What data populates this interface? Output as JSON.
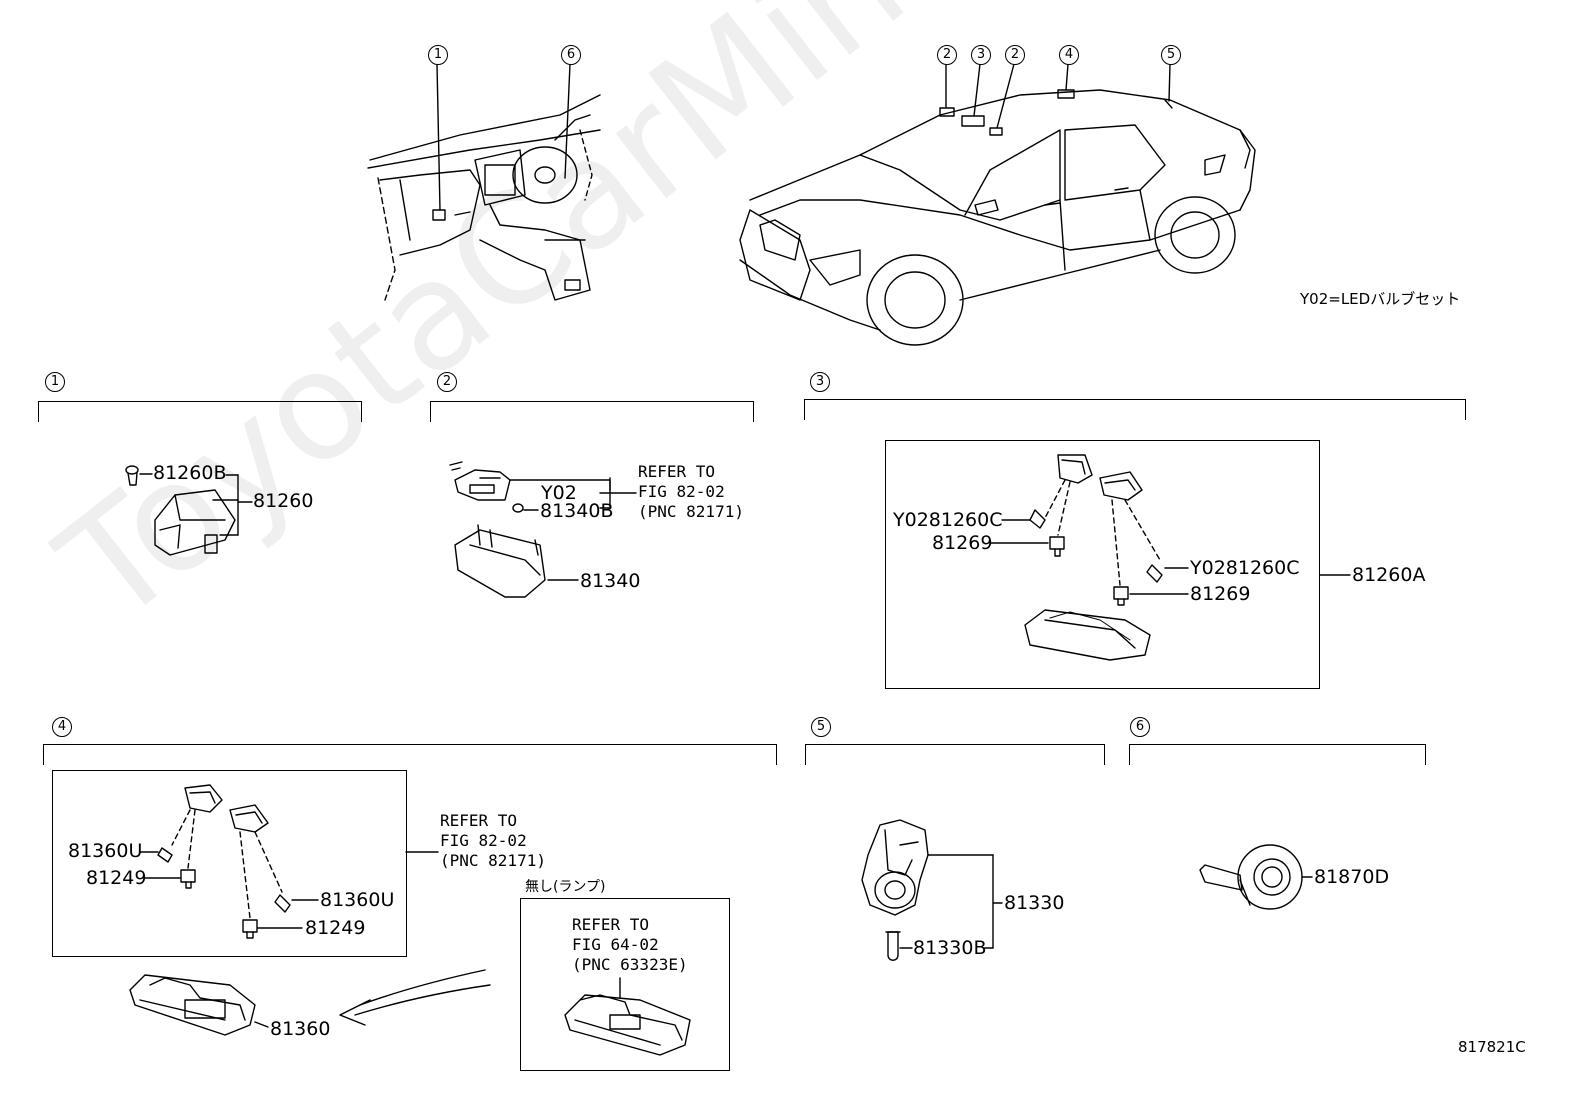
{
  "watermark": "ToyotaCarMine.ru",
  "figure_id": "817821C",
  "legend_note": "Y02=LEDバルブセット",
  "overview": {
    "interior_callouts": [
      "1",
      "6"
    ],
    "car_callouts": [
      "2",
      "3",
      "2",
      "4",
      "5"
    ]
  },
  "sections": {
    "s1": {
      "num": "1",
      "parts": {
        "bulb": "81260B",
        "lamp": "81260"
      }
    },
    "s2": {
      "num": "2",
      "parts": {
        "y02": "Y02",
        "bulb": "81340B",
        "lamp": "81340"
      },
      "refer": {
        "l1": "REFER TO",
        "l2": "FIG 82-02",
        "l3": "(PNC 82171)"
      }
    },
    "s3": {
      "num": "3",
      "parts": {
        "bulb_left": "Y0281260C",
        "socket_left": "81269",
        "bulb_right": "Y0281260C",
        "socket_right": "81269",
        "assy": "81260A"
      }
    },
    "s4": {
      "num": "4",
      "parts": {
        "bulb_left": "81360U",
        "socket_left": "81249",
        "bulb_right": "81360U",
        "socket_right": "81249",
        "lamp": "81360"
      },
      "refer": {
        "l1": "REFER TO",
        "l2": "FIG 82-02",
        "l3": "(PNC 82171)"
      },
      "alt_label": "無し(ランプ)",
      "alt_refer": {
        "l1": "REFER TO",
        "l2": "FIG 64-02",
        "l3": "(PNC 63323E)"
      }
    },
    "s5": {
      "num": "5",
      "parts": {
        "lamp": "81330",
        "bulb": "81330B"
      }
    },
    "s6": {
      "num": "6",
      "parts": {
        "lamp": "81870D"
      }
    }
  }
}
